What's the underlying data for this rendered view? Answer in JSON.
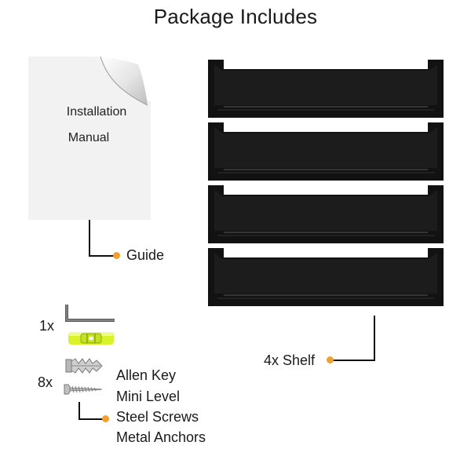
{
  "title": "Package Includes",
  "manual": {
    "line1": "Installation",
    "line2": "Manual"
  },
  "guide_label": "Guide",
  "shelf_label": "4x Shelf",
  "hardware": {
    "qty_1": "1x",
    "qty_2": "8x",
    "items": [
      "Allen Key",
      "Mini Level",
      "Steel Screws",
      "Metal Anchors"
    ]
  },
  "colors": {
    "accent": "#f0a030",
    "shelf": "#121212"
  },
  "icons": [
    "manual-icon",
    "shelf-icon",
    "allen-key-icon",
    "mini-level-icon",
    "metal-anchor-icon",
    "steel-screw-icon"
  ]
}
